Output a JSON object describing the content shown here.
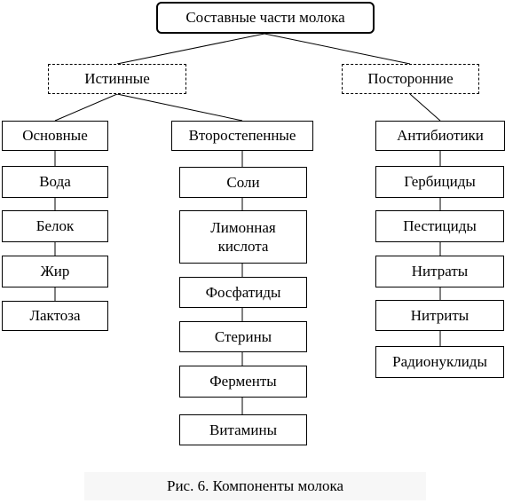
{
  "root": "Составные части молока",
  "groups": {
    "true_parts": "Истинные",
    "foreign": "Посторонние"
  },
  "categories": {
    "main": "Основные",
    "secondary": "Второстепенные",
    "antibiotics": "Антибиотики"
  },
  "main_items": [
    "Вода",
    "Белок",
    "Жир",
    "Лактоза"
  ],
  "secondary_items": [
    "Соли",
    "Лимонная кислота",
    "Фосфатиды",
    "Стерины",
    "Ферменты",
    "Витамины"
  ],
  "foreign_items": [
    "Гербициды",
    "Пестициды",
    "Нитраты",
    "Нитриты",
    "Радионуклиды"
  ],
  "caption": "Рис. 6. Компоненты молока"
}
